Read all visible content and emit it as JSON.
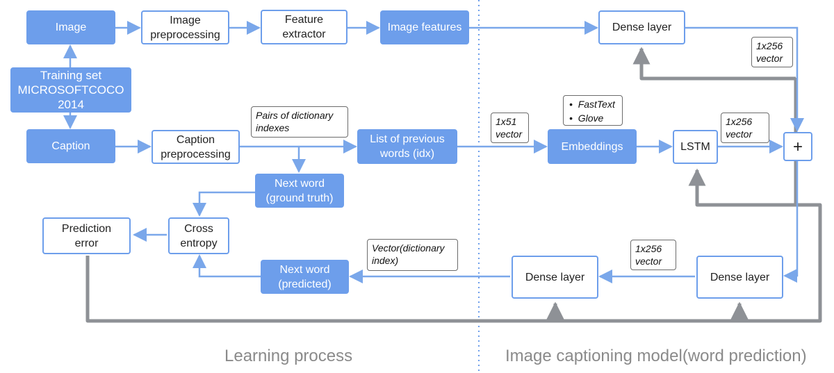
{
  "nodes": {
    "image": "Image",
    "image_preprocessing": "Image\npreprocessing",
    "feature_extractor": "Feature\nextractor",
    "image_features": "Image features",
    "dense_top": "Dense layer",
    "training_set": "Training set\nMICROSOFTCOCO\n2014",
    "caption": "Caption",
    "caption_preprocessing": "Caption\npreprocessing",
    "list_prev_words": "List of previous\nwords (idx)",
    "embeddings": "Embeddings",
    "lstm": "LSTM",
    "plus": "+",
    "next_word_gt": "Next word\n(ground truth)",
    "prediction_error": "Prediction\nerror",
    "cross_entropy": "Cross\nentropy",
    "next_word_pred": "Next word\n(predicted)",
    "dense_mid": "Dense layer",
    "dense_right": "Dense layer"
  },
  "notes": {
    "vec_1x256_top": "1x256\nvector",
    "pairs_dict": "Pairs of dictionary\nindexes",
    "vec_1x51": "1x51\nvector",
    "vec_1x256_lstm": "1x256\nvector",
    "vec_1x256_bottom": "1x256\nvector",
    "vector_dict_index": "Vector(dictionary\nindex)",
    "embedding_options": [
      "FastText",
      "Glove"
    ]
  },
  "sections": {
    "learning": "Learning process",
    "model": "Image captioning model(word prediction)"
  },
  "colors": {
    "node_blue": "#6d9eeb",
    "arrow_blue": "#7aa7ea",
    "feedback_gray": "#8e9196",
    "divider": "#6d9eeb"
  }
}
